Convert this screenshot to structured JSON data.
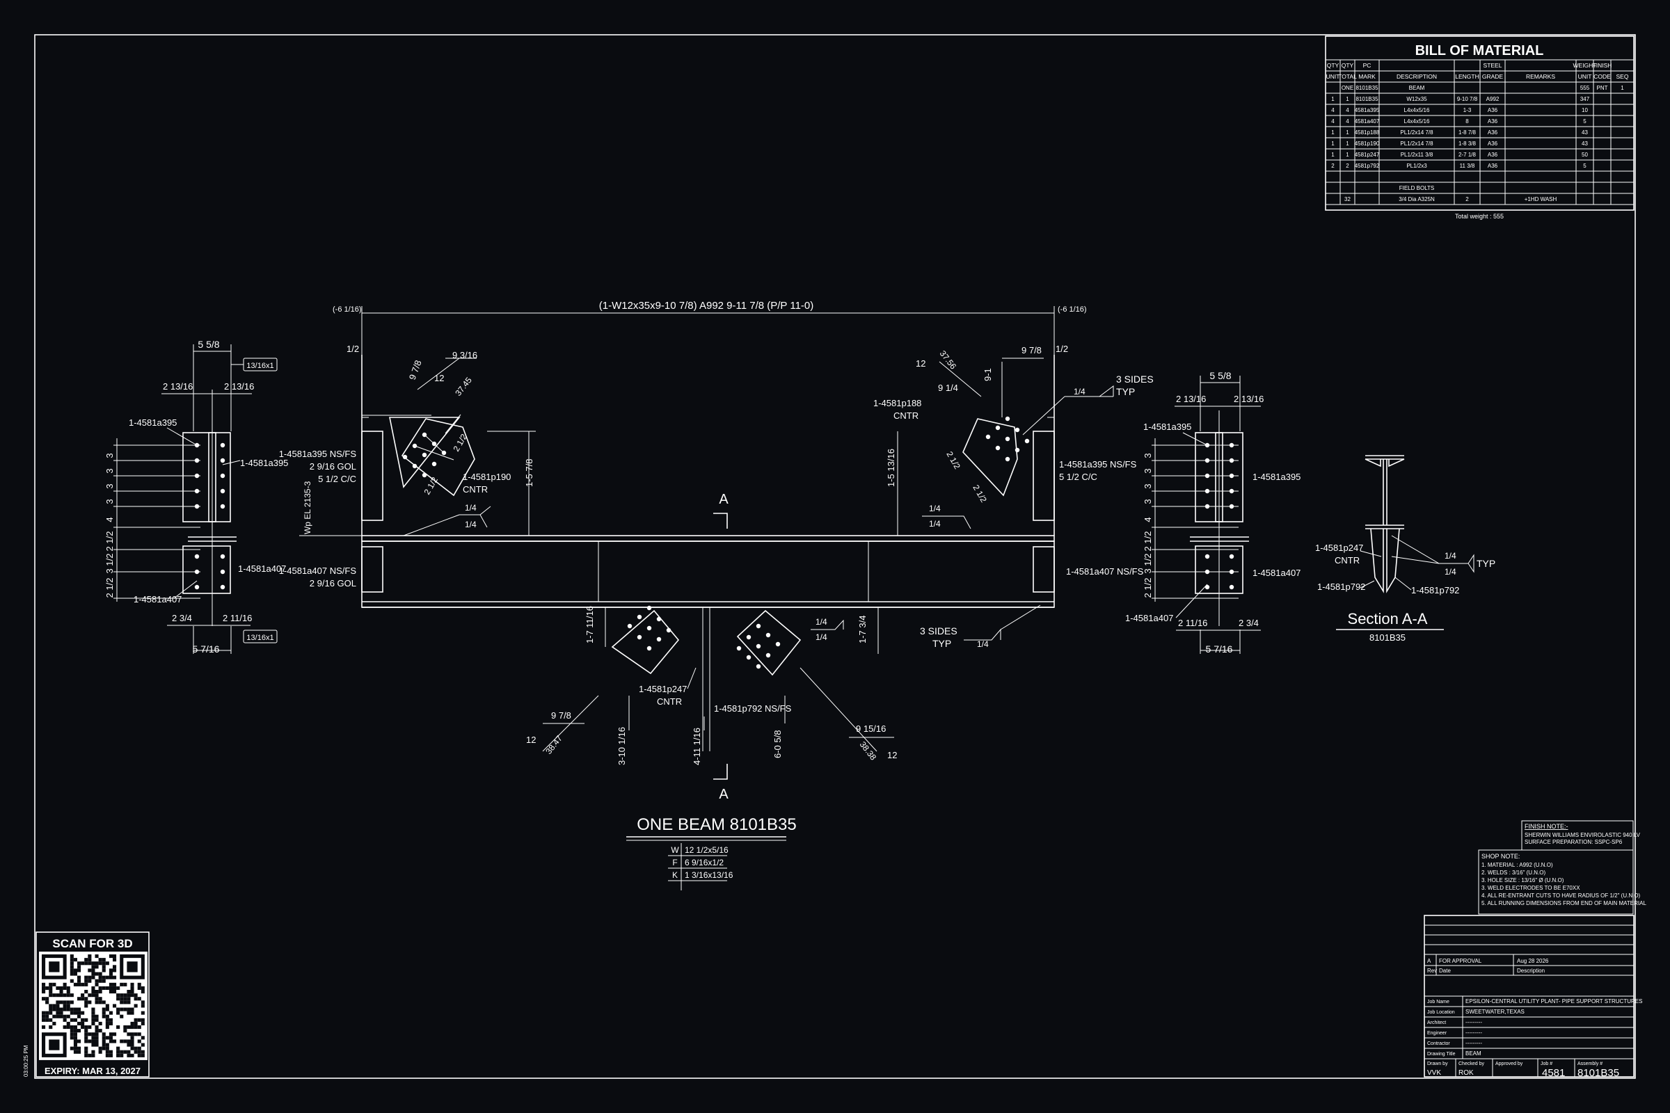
{
  "colors": {
    "background": "#0a0c10",
    "ink": "#ffffff"
  },
  "bom": {
    "title": "BILL OF MATERIAL",
    "header_top": [
      "QTY",
      "QTY",
      "PC",
      "",
      "",
      "STEEL",
      "",
      "WEIGHT",
      "FINISH",
      ""
    ],
    "header_bottom": [
      "UNIT",
      "TOTAL",
      "MARK",
      "DESCRIPTION",
      "LENGTH",
      "GRADE",
      "REMARKS",
      "UNIT",
      "CODE",
      "SEQ"
    ],
    "rows": [
      [
        "",
        "ONE",
        "8101B35",
        "BEAM",
        "",
        "",
        "",
        "555",
        "PNT",
        "1"
      ],
      [
        "1",
        "1",
        "8101B35",
        "W12x35",
        "9-10 7/8",
        "A992",
        "",
        "347",
        "",
        ""
      ],
      [
        "4",
        "4",
        "4581a395",
        "L4x4x5/16",
        "1-3",
        "A36",
        "",
        "10",
        "",
        ""
      ],
      [
        "4",
        "4",
        "4581a407",
        "L4x4x5/16",
        "8",
        "A36",
        "",
        "5",
        "",
        ""
      ],
      [
        "1",
        "1",
        "4581p188",
        "PL1/2x14 7/8",
        "1-8 7/8",
        "A36",
        "",
        "43",
        "",
        ""
      ],
      [
        "1",
        "1",
        "4581p190",
        "PL1/2x14 7/8",
        "1-8 3/8",
        "A36",
        "",
        "43",
        "",
        ""
      ],
      [
        "1",
        "1",
        "4581p247",
        "PL1/2x11 3/8",
        "2-7 1/8",
        "A36",
        "",
        "50",
        "",
        ""
      ],
      [
        "2",
        "2",
        "4581p792",
        "PL1/2x3",
        "11 3/8",
        "A36",
        "",
        "5",
        "",
        ""
      ],
      [
        "",
        "",
        "",
        "",
        "",
        "",
        "",
        "",
        "",
        ""
      ],
      [
        "",
        "",
        "",
        "FIELD BOLTS",
        "",
        "",
        "",
        "",
        "",
        ""
      ],
      [
        "",
        "32",
        "",
        "3/4 Dia A325N",
        "2",
        "",
        "+1HD WASH",
        "",
        "",
        ""
      ]
    ],
    "total_weight": "Total weight : 555"
  },
  "main": {
    "beam_callout": "(1-W12x35x9-10 7/8)  A992  9-11 7/8  (P/P 11-0)",
    "offset_left": "(-6 1/16)",
    "offset_right": "(-6 1/16)",
    "half_left": "1/2",
    "half_right": "1/2",
    "tl_dim_a": "9 3/16",
    "tl_dim_b": "9 7/8",
    "tl_dim_c": "12",
    "tl_dim_d": "37.45",
    "tr_dim_a": "37.56",
    "tr_dim_b": "12",
    "tr_dim_c": "9 1/4",
    "tr_dim_d": "9-1",
    "tr_dim_e": "9 7/8",
    "three_sides_top": "3 SIDES",
    "typ_top": "TYP",
    "weld_top": "1/4",
    "left_clip_a": "1-4581a395 NS/FS",
    "left_clip_b": "2 9/16 GOL",
    "left_clip_c": "5 1/2 C/C",
    "left_clip_d": "1-4581a407 NS/FS",
    "left_clip_e": "2 9/16 GOL",
    "wp_label": "Wp EL 2135-3",
    "p190_a": "1-4581p190",
    "p190_b": "CNTR",
    "p190_weld_a": "1/4",
    "p190_weld_b": "1/4",
    "p190_h": "1-5 7/8",
    "p188_a": "1-4581p188",
    "p188_b": "CNTR",
    "p188_h": "1-5 13/16",
    "p188_weld_a": "1/4",
    "p188_weld_b": "1/4",
    "right_clip_a": "1-4581a395 NS/FS",
    "right_clip_b": "5 1/2 C/C",
    "right_clip_c": "1-4581a407 NS/FS",
    "gusset_25_a": "2 1/2",
    "gusset_25_b": "2 1/2",
    "gusset_25_c": "2 1/2",
    "gusset_25_d": "2 1/2",
    "section_mark_top": "A",
    "section_mark_bottom": "A",
    "p247_h": "1-7 11/16",
    "p247_a": "1-4581p247",
    "p247_b": "CNTR",
    "p792": "1-4581p792 NS/FS",
    "weld_bottom_a": "1/4",
    "weld_bottom_b": "1/4",
    "bottom_right_h": "1-7 3/4",
    "three_sides_bottom": "3 SIDES",
    "typ_bottom": "TYP",
    "weld_bottom_c": "1/4",
    "bl_dim_a": "9 7/8",
    "bl_dim_b": "12",
    "bl_dim_c": "38.47",
    "br_dim_a": "9 15/16",
    "br_dim_b": "38.38",
    "br_dim_c": "12",
    "bot_dim_1": "3-10 1/16",
    "bot_dim_2": "4-11 1/16",
    "bot_dim_3": "6-0 5/8",
    "title": "ONE BEAM 8101B35",
    "props": [
      [
        "W",
        "12 1/2x5/16"
      ],
      [
        "F",
        "6 9/16x1/2"
      ],
      [
        "K",
        "1 3/16x13/16"
      ]
    ]
  },
  "left_end": {
    "top_width": "5 5/8",
    "tag_top": "13/16x1",
    "gage_l": "2 13/16",
    "gage_r": "2 13/16",
    "a395_l": "1-4581a395",
    "a395_r": "1-4581a395",
    "spacings": [
      "3",
      "3",
      "3",
      "3",
      "4",
      "2 1/2",
      "3 1/2",
      "2 1/2"
    ],
    "a407_r": "1-4581a407",
    "a407_l": "1-4581a407",
    "bot_l": "2 3/4",
    "bot_r": "2 11/16",
    "bot_width": "5 7/16",
    "tag_bot": "13/16x1"
  },
  "right_end": {
    "top_width": "5 5/8",
    "gage_l": "2 13/16",
    "gage_r": "2 13/16",
    "a395_l": "1-4581a395",
    "a395_r": "1-4581a395",
    "spacings": [
      "3",
      "3",
      "3",
      "3",
      "4",
      "2 1/2",
      "3 1/2",
      "2 1/2"
    ],
    "a407_r": "1-4581a407",
    "a407_l": "1-4581a407",
    "bot_l": "2 11/16",
    "bot_r": "2 3/4",
    "bot_width": "5 7/16"
  },
  "section": {
    "p247_a": "1-4581p247",
    "p247_b": "CNTR",
    "p792_l": "1-4581p792",
    "p792_r": "1-4581p792",
    "weld_a": "1/4",
    "weld_b": "1/4",
    "typ": "TYP",
    "title": "Section A-A",
    "subtitle": "8101B35"
  },
  "notes": {
    "finish_title": "FINISH NOTE:-",
    "finish_lines": [
      "SHERWIN WILLIAMS ENVIROLASTIC 940 LV",
      "SURFACE PREPARATION: SSPC-SP6"
    ],
    "shop_title": "SHOP NOTE:",
    "shop_lines": [
      "1. MATERIAL : A992 (U.N.O)",
      "2. WELDS : 3/16\" (U.N.O)",
      "3. HOLE SIZE : 13/16\" Ø (U.N.O)",
      "3. WELD ELECTRODES TO BE E70XX",
      "4. ALL RE-ENTRANT CUTS TO HAVE RADIUS OF  1/2\" (U.N.O)",
      "5. ALL RUNNING DIMENSIONS FROM END OF MAIN MATERIAL"
    ]
  },
  "title_block": {
    "rev_row": [
      "A",
      "FOR APPROVAL",
      "Aug 28 2026"
    ],
    "rev_hdr": [
      "Rev",
      "Date",
      "Description"
    ],
    "fields": [
      [
        "Job Name",
        "EPSILON-CENTRAL UTILITY PLANT- PIPE SUPPORT STRUCTURES"
      ],
      [
        "Job Location",
        "SWEETWATER,TEXAS"
      ],
      [
        "Architect",
        "---------"
      ],
      [
        "Engineer",
        "---------"
      ],
      [
        "Contractor",
        "---------"
      ],
      [
        "Drawing Title",
        "BEAM"
      ]
    ],
    "drawn_by_label": "Drawn by",
    "drawn_by": "VVK",
    "checked_by_label": "Checked by",
    "checked_by": "ROK",
    "approved_by_label": "Approved by",
    "job_label": "Job #",
    "job": "4581",
    "assembly_label": "Assembly #",
    "assembly": "8101B35"
  },
  "qr": {
    "title": "SCAN FOR 3D",
    "expiry": "EXPIRY: MAR 13, 2027"
  },
  "timestamp": "03:00:25 PM"
}
